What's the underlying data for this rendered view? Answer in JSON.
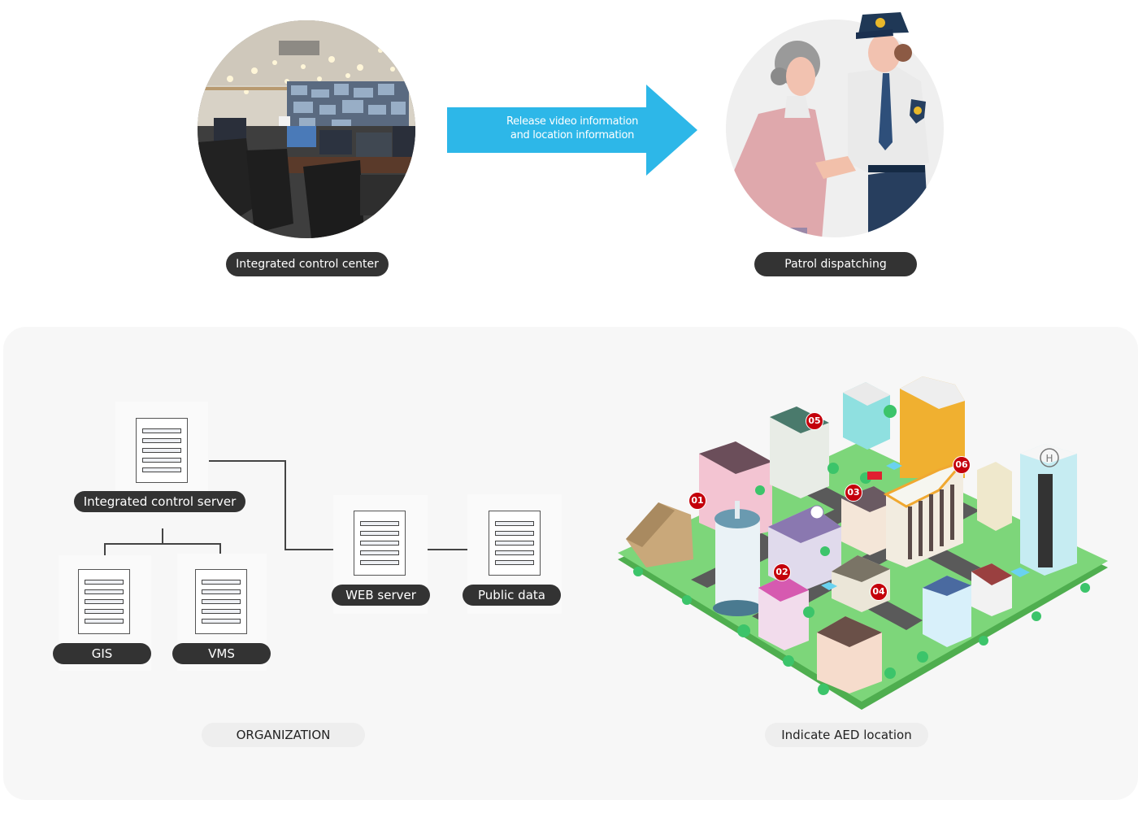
{
  "top_flow": {
    "source": {
      "image_alt": "control room photo with monitors and video wall",
      "label": "Integrated control center"
    },
    "arrow": {
      "line1": "Release video information",
      "line2": "and location information",
      "color": "#2db7e8"
    },
    "target": {
      "image_alt": "illustration of police officer assisting elderly woman",
      "label": "Patrol dispatching"
    }
  },
  "organization": {
    "caption": "ORGANIZATION",
    "nodes": {
      "integrated_server": "Integrated control server",
      "gis": "GIS",
      "vms": "VMS",
      "web_server": "WEB server",
      "public_data": "Public data"
    },
    "server_icon": "server-document-icon"
  },
  "aed_map": {
    "caption": "Indicate AED location",
    "markers": [
      "01",
      "02",
      "03",
      "04",
      "05",
      "06"
    ],
    "marker_color": "#c4000b",
    "helipad_label": "H"
  }
}
